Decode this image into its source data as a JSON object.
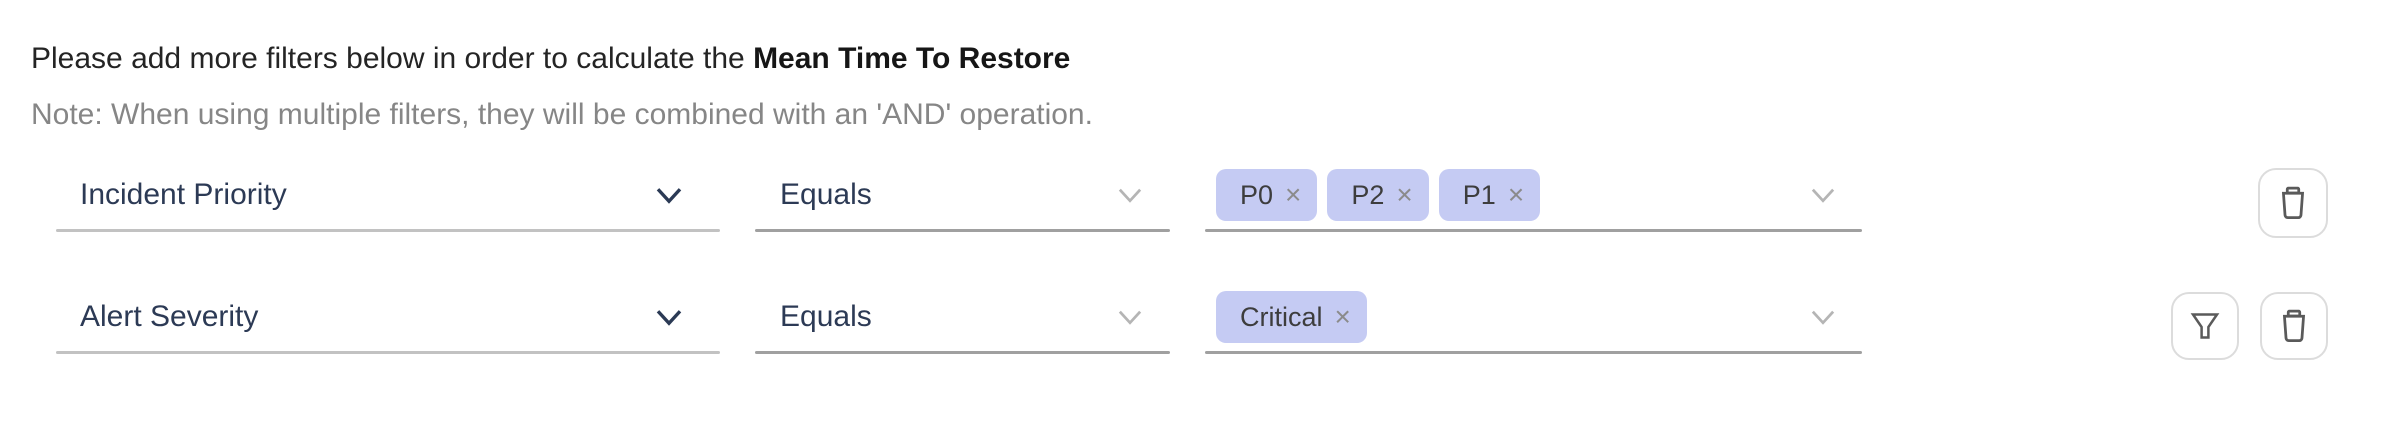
{
  "header": {
    "intro_text": "Please add more filters below in order to calculate the ",
    "metric_name": "Mean Time To Restore",
    "note": "Note: When using multiple filters, they will be combined with an 'AND' operation."
  },
  "rows": [
    {
      "attribute": {
        "label": "Incident Priority"
      },
      "operator": {
        "label": "Equals"
      },
      "values": [
        {
          "label": "P0"
        },
        {
          "label": "P2"
        },
        {
          "label": "P1"
        }
      ],
      "actions": [
        "delete"
      ]
    },
    {
      "attribute": {
        "label": "Alert Severity"
      },
      "operator": {
        "label": "Equals"
      },
      "values": [
        {
          "label": "Critical"
        }
      ],
      "actions": [
        "filter",
        "delete"
      ]
    }
  ],
  "icons": {
    "remove_tag": "×",
    "attribute_dropdown": "chevron-down-icon",
    "operator_dropdown": "chevron-down-icon",
    "values_dropdown": "chevron-down-icon",
    "delete_row": "trash-icon",
    "filter_row": "funnel-icon"
  },
  "colors": {
    "tag_background": "#c5cbf3",
    "tag_text": "#3d3d3d",
    "tag_remove": "#8b8b8b",
    "field_label": "#2c3a55",
    "attribute_chevron": "#2b3a55",
    "muted_chevron": "#b5b5b5",
    "underline_attribute": "#c2c2c2",
    "underline_other": "#a0a0a0",
    "note_text": "#868686",
    "header_text": "#242424",
    "button_border": "#dcdcdc",
    "button_icon": "#5a5a5a"
  }
}
